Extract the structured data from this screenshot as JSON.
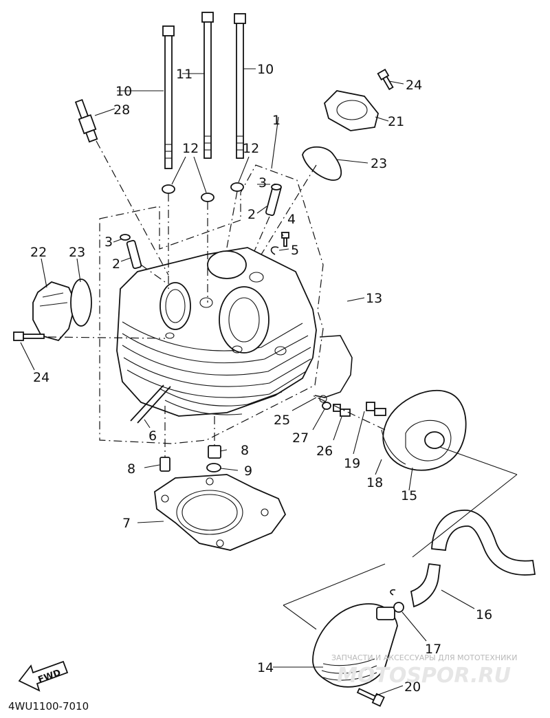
{
  "diagram": {
    "callouts": [
      "1",
      "2",
      "2",
      "3",
      "3",
      "4",
      "5",
      "6",
      "7",
      "8",
      "8",
      "9",
      "10",
      "10",
      "11",
      "12",
      "12",
      "13",
      "14",
      "15",
      "16",
      "17",
      "18",
      "19",
      "20",
      "21",
      "22",
      "23",
      "23",
      "24",
      "24",
      "25",
      "26",
      "27",
      "28"
    ],
    "code": "4WU1100-7010",
    "fwd": "FWD",
    "watermark": {
      "line1": "ЗАПЧАСТИ И АКСЕССУАРЫ ДЛЯ МОТОТЕХНИКИ",
      "line2": "MOTOSPOR.RU"
    }
  }
}
